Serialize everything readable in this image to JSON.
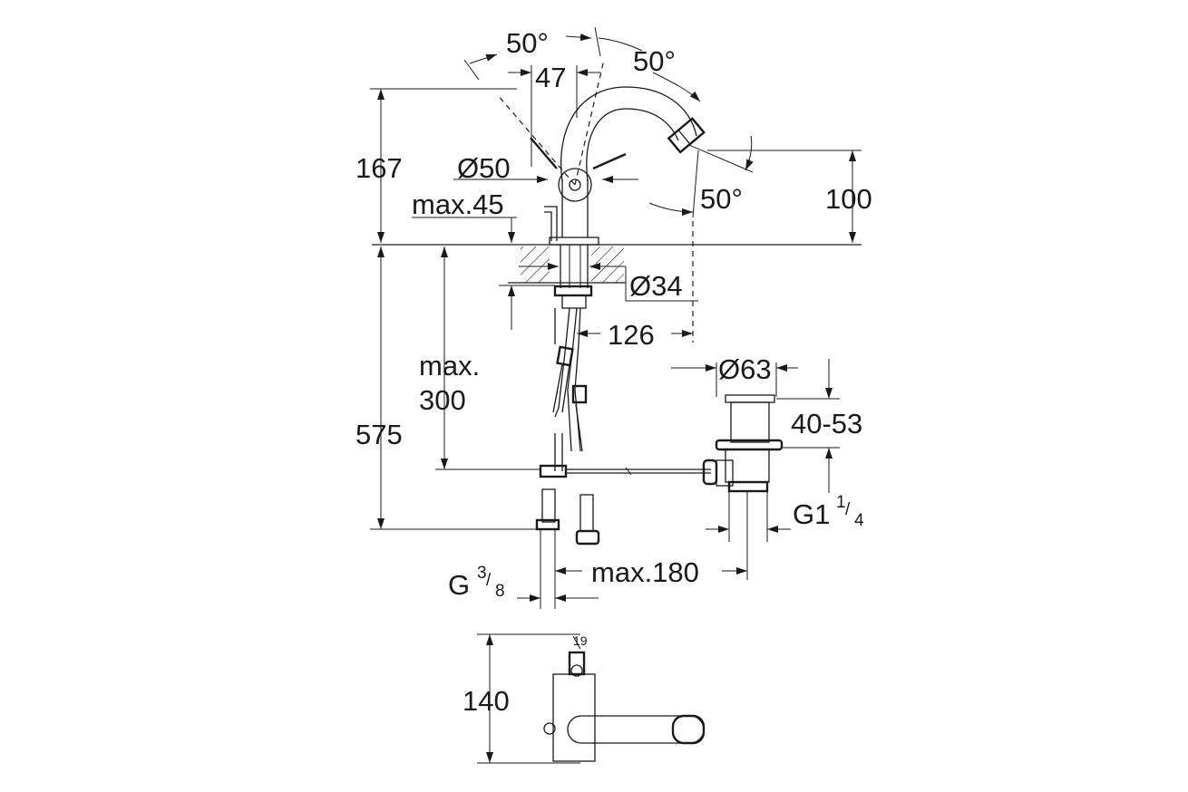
{
  "dimensions": {
    "angle_top_left": "50°",
    "angle_top_right": "50°",
    "angle_spout": "50°",
    "width_47": "47",
    "height_167": "167",
    "dia_50": "Ø50",
    "max_45": "max.45",
    "height_100": "100",
    "dia_34": "Ø34",
    "dist_126": "126",
    "max_300_line1": "max.",
    "max_300_line2": "300",
    "height_575": "575",
    "dia_63": "Ø63",
    "range_40_53": "40-53",
    "thread_g1_main": "G1",
    "thread_g1_num": "1",
    "thread_g1_den": "4",
    "thread_g38_main": "G",
    "thread_g38_num": "3",
    "thread_g38_den": "8",
    "max_180": "max.180",
    "height_140": "140",
    "mark_19": "19"
  }
}
